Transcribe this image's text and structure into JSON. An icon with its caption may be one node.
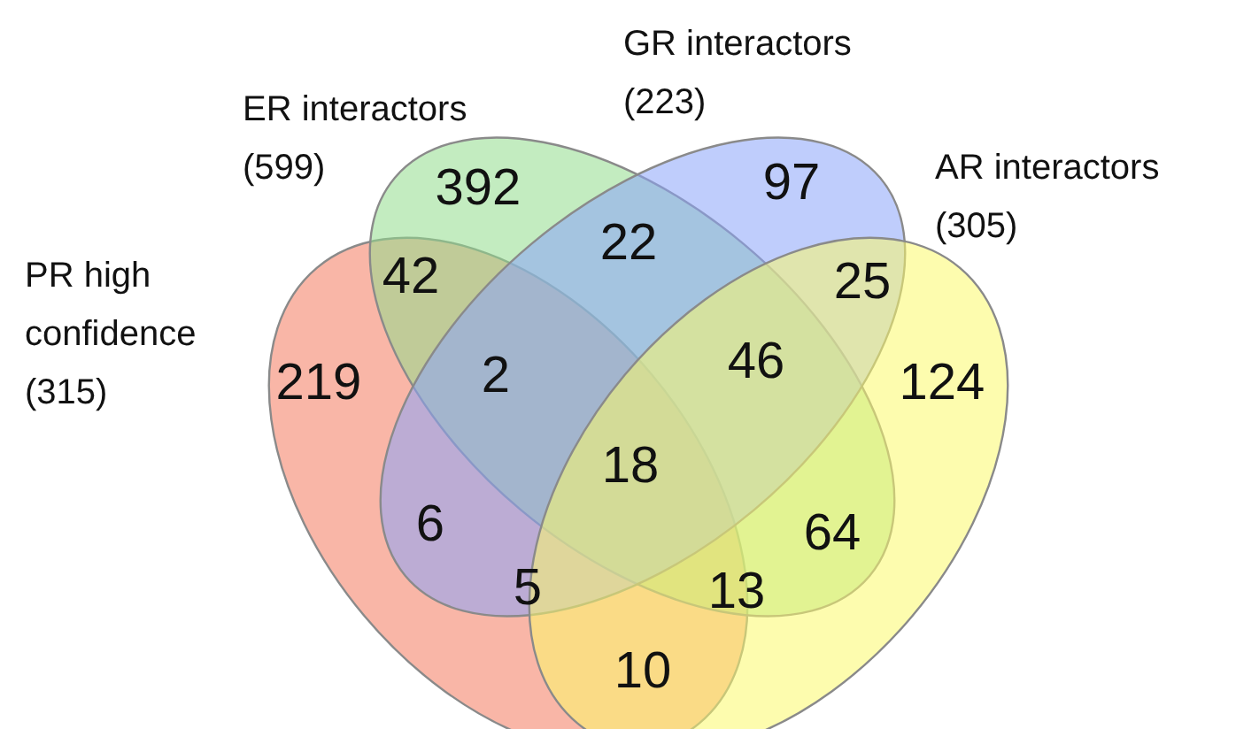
{
  "diagram": {
    "nodes": [
      {
        "text": [
          "PR high confidence",
          "(315)"
        ]
      },
      {
        "text": [
          "ER interactors",
          "(599)"
        ]
      },
      {
        "text": [
          "GR interactors",
          "(223)"
        ]
      },
      {
        "text": [
          "AR interactors",
          "(305)"
        ]
      }
    ],
    "labels": [
      "392",
      "97",
      "42",
      "22",
      "25",
      "219",
      "2",
      "46",
      "124",
      "18",
      "6",
      "64",
      "5",
      "13",
      "10"
    ]
  }
}
